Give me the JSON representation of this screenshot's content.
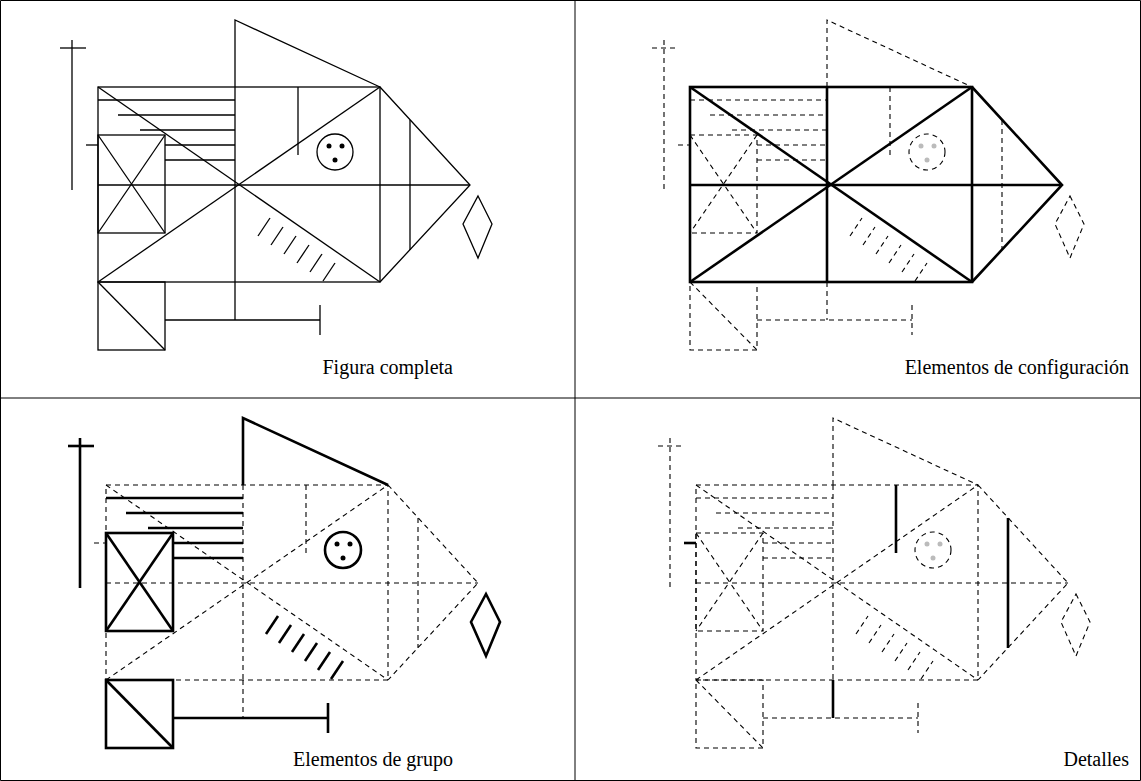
{
  "diagram": {
    "labels": [
      "Figura completa",
      "Elementos de configuración",
      "Elementos de grupo",
      "Detalles"
    ]
  }
}
